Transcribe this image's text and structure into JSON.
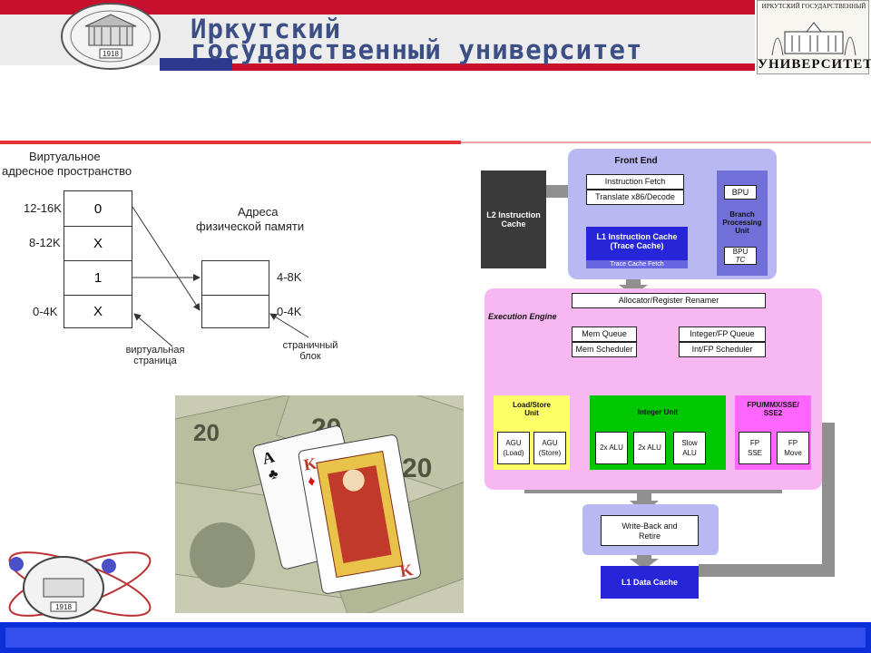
{
  "header": {
    "title_line1": "Иркутский",
    "title_line2": "государственный университет",
    "corner_small": "ИРКУТСКИЙ ГОСУДАРСТВЕННЫЙ",
    "corner_big": "УНИВЕРСИТЕТ",
    "seal_year": "1918"
  },
  "memory_diagram": {
    "virtual_title_1": "Виртуальное",
    "virtual_title_2": "адресное пространство",
    "physical_title_1": "Адреса",
    "physical_title_2": "физической памяти",
    "virtual_rows": [
      {
        "range": "12-16K",
        "value": "0"
      },
      {
        "range": "8-12K",
        "value": "X"
      },
      {
        "range": "",
        "value": "1"
      },
      {
        "range": "0-4K",
        "value": "X"
      }
    ],
    "physical_rows": [
      {
        "range": "4-8K"
      },
      {
        "range": "0-4K"
      }
    ],
    "virtual_page_label_1": "виртуальная",
    "virtual_page_label_2": "страница",
    "page_block_label_1": "страничный",
    "page_block_label_2": "блок"
  },
  "cpu_diagram": {
    "front_end": "Front End",
    "l2_cache_1": "L2 Instruction",
    "l2_cache_2": "Cache",
    "instruction_fetch": "Instruction Fetch",
    "translate": "Translate x86/Decode",
    "l1_cache_1": "L1 Instruction Cache",
    "l1_cache_2": "(Trace Cache)",
    "trace_cache_fetch": "Trace Cache Fetch",
    "bpu": "BPU",
    "branch_1": "Branch",
    "branch_2": "Processing",
    "branch_3": "Unit",
    "bpu_tc_1": "BPU",
    "bpu_tc_2": "TC",
    "allocator": "Allocator/Register Renamer",
    "execution_engine": "Execution Engine",
    "mem_queue": "Mem Queue",
    "mem_scheduler": "Mem Scheduler",
    "int_fp_queue": "Integer/FP Queue",
    "int_fp_scheduler": "Int/FP Scheduler",
    "load_store_1": "Load/Store",
    "load_store_2": "Unit",
    "agu_load_1": "AGU",
    "agu_load_2": "(Load)",
    "agu_store_1": "AGU",
    "agu_store_2": "(Store)",
    "integer_unit": "Integer Unit",
    "alu1": "2x ALU",
    "alu2": "2x ALU",
    "slow_alu_1": "Slow",
    "slow_alu_2": "ALU",
    "fpu_1": "FPU/MMX/SSE/",
    "fpu_2": "SSE2",
    "fp_sse_1": "FP",
    "fp_sse_2": "SSE",
    "fp_move_1": "FP",
    "fp_move_2": "Move",
    "writeback_1": "Write-Back and",
    "writeback_2": "Retire",
    "l1_data_cache": "L1 Data Cache"
  },
  "colors": {
    "header_red": "#c8102e",
    "title_blue": "#3b4e86",
    "bottom_blue": "#0b2fd8",
    "front_end_bg": "#b8b8f2",
    "exec_bg": "#f7b8f2",
    "load_store": "#ffff66",
    "integer_unit": "#00c800",
    "fpu": "#ff66ff",
    "l1_blue": "#2626d8",
    "l2_dark": "#3a3a3a",
    "arrow_gray": "#909090"
  },
  "photo": {
    "card_rank": "K",
    "card_suit": "♦",
    "card2_rank": "A",
    "card2_suit": "♣",
    "bill_value": "20"
  }
}
